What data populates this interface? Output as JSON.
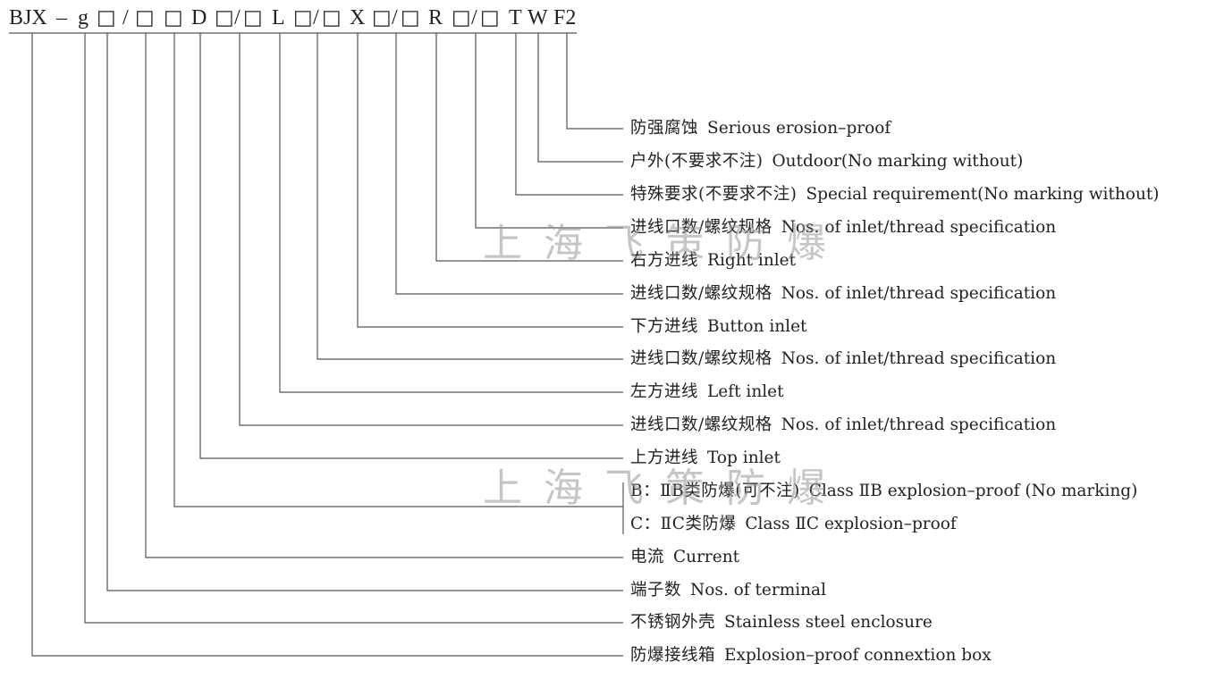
{
  "model_code": {
    "segments": [
      "BJX",
      "–",
      "g",
      "□",
      "/",
      "□",
      "□",
      "D",
      "□",
      "/",
      "□",
      "L",
      "□",
      "/",
      "□",
      "X",
      "□",
      "/",
      "□",
      "R",
      "□",
      "/",
      "□",
      "T",
      "W",
      "F2"
    ]
  },
  "labels": [
    {
      "cn": "防强腐蚀",
      "en": "Serious erosion–proof"
    },
    {
      "cn": "户外(不要求不注)",
      "en": "Outdoor(No marking without)"
    },
    {
      "cn": "特殊要求(不要求不注)",
      "en": "Special requirement(No marking without)"
    },
    {
      "cn": "进线口数/螺纹规格",
      "en": "Nos. of inlet/thread specification"
    },
    {
      "cn": "右方进线",
      "en": "Right inlet"
    },
    {
      "cn": "进线口数/螺纹规格",
      "en": "Nos. of inlet/thread specification"
    },
    {
      "cn": "下方进线",
      "en": "Button inlet"
    },
    {
      "cn": "进线口数/螺纹规格",
      "en": "Nos. of inlet/thread specification"
    },
    {
      "cn": "左方进线",
      "en": "Left inlet"
    },
    {
      "cn": "进线口数/螺纹规格",
      "en": "Nos. of inlet/thread specification"
    },
    {
      "cn": "上方进线",
      "en": "Top inlet"
    },
    {
      "cn": "B：ⅡB类防爆(可不注)",
      "en": "Class ⅡB explosion–proof (No marking)"
    },
    {
      "cn": "C：ⅡC类防爆",
      "en": "Class ⅡC explosion–proof"
    },
    {
      "cn": "电流",
      "en": "Current"
    },
    {
      "cn": "端子数",
      "en": "Nos. of terminal"
    },
    {
      "cn": "不锈钢外壳",
      "en": "Stainless steel enclosure"
    },
    {
      "cn": "防爆接线箱",
      "en": "Explosion–proof connextion box"
    }
  ],
  "watermarks": [
    "上海飞策防爆",
    "上海飞策防爆"
  ],
  "colors": {
    "text": "#222222",
    "line": "#555555",
    "watermark": "#969696"
  }
}
